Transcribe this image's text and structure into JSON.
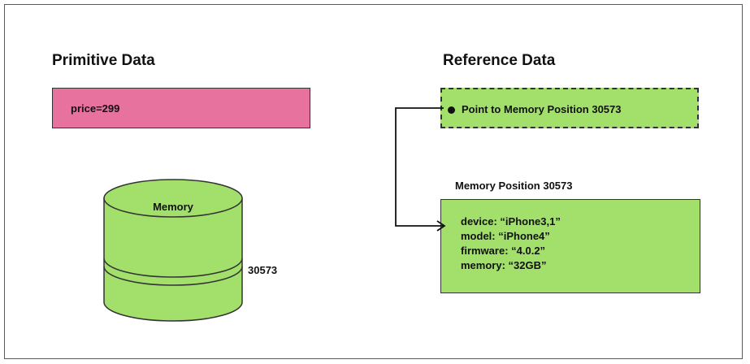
{
  "primitive": {
    "title": "Primitive Data",
    "price_text": "price=299",
    "cylinder_label": "Memory",
    "address_label": "30573",
    "box_color": "#e8729e"
  },
  "reference": {
    "title": "Reference Data",
    "pointer_text": "Point to Memory Position 30573",
    "memory_title": "Memory Position 30573",
    "memory_lines": [
      "device: “iPhone3,1”",
      "model: “iPhone4”",
      "firmware: “4.0.2”",
      "memory: “32GB”"
    ],
    "box_color": "#a2e06b"
  }
}
